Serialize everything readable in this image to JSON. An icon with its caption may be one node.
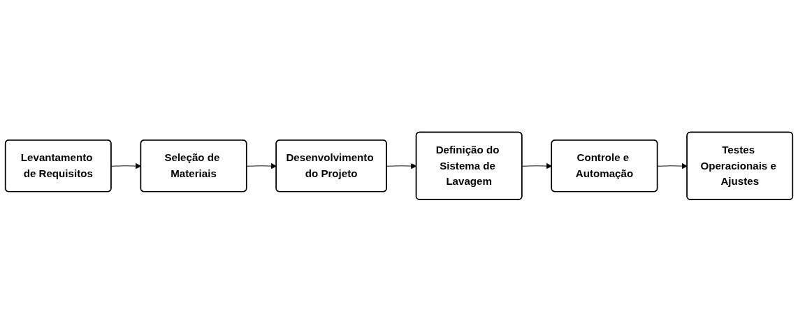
{
  "diagram": {
    "nodes": [
      {
        "text": [
          "Levantamento de Requisitos"
        ]
      },
      {
        "text": [
          "Seleção de Materiais"
        ]
      },
      {
        "text": [
          "Desenvolvimento do Projeto"
        ]
      },
      {
        "text": [
          "Definição do Sistema de Lavagem"
        ]
      },
      {
        "text": [
          "Controle e Automação"
        ]
      },
      {
        "text": [
          "Testes Operacionais e Ajustes"
        ]
      }
    ],
    "edges": [
      {
        "from": 0,
        "to": 1,
        "arrow": "to"
      },
      {
        "from": 1,
        "to": 2,
        "arrow": "to"
      },
      {
        "from": 2,
        "to": 3,
        "arrow": "to"
      },
      {
        "from": 3,
        "to": 4,
        "arrow": "to"
      },
      {
        "from": 4,
        "to": 5,
        "arrow": "to"
      }
    ]
  }
}
